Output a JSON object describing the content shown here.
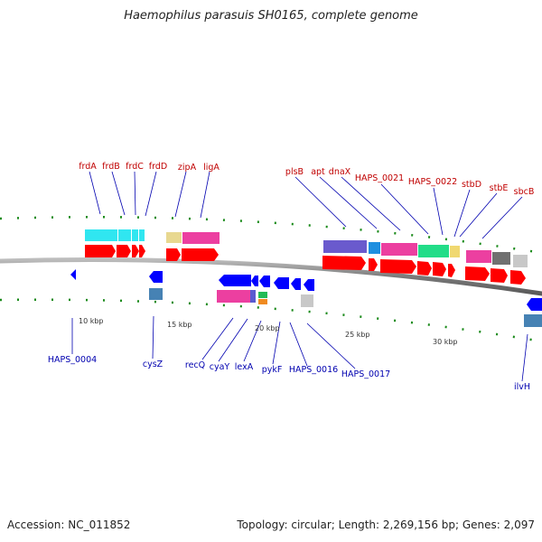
{
  "title": "Haemophilus parasuis SH0165, complete genome",
  "footer": {
    "accession": "Accession: NC_011852",
    "summary": "Topology: circular; Length: 2,269,156 bp; Genes: 2,097"
  },
  "scale_ticks": [
    "10 kbp",
    "15 kbp",
    "20 kbp",
    "25 kbp",
    "30 kbp"
  ],
  "genes_forward": [
    "frdA",
    "frdB",
    "frdC",
    "frdD",
    "zipA",
    "ligA",
    "plsB",
    "apt",
    "dnaX",
    "HAPS_0021",
    "HAPS_0022",
    "stbD",
    "stbE",
    "sbcB"
  ],
  "genes_reverse": [
    "HAPS_0004",
    "cysZ",
    "recQ",
    "cyaY",
    "lexA",
    "pykF",
    "HAPS_0016",
    "HAPS_0017",
    "ilvH"
  ],
  "colors": {
    "forward_label": "#c00000",
    "reverse_label": "#0000b0",
    "cds_forward": "#ff0000",
    "cds_reverse": "#0000ff",
    "backbone": "#808080",
    "tick": "#1a8a1a"
  }
}
